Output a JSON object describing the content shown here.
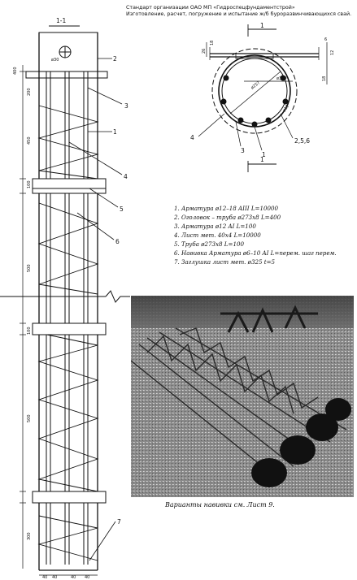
{
  "header": {
    "line1": "Стандарт организации ОАО МП «Гидроспецфундаментстрой»",
    "line2": "Изготовление, расчет, погружение и испытание ж/б буроразвинчивающихся свай."
  },
  "section_label": "1-1",
  "side_view": {
    "dims": [
      "400",
      "200",
      "450",
      "100",
      "500",
      "100",
      "500",
      "300",
      "40",
      "40",
      "40",
      "40"
    ],
    "callouts": [
      "1",
      "2",
      "3",
      "4",
      "5",
      "6",
      "7"
    ],
    "small_dim": "ø30"
  },
  "cross_section": {
    "cut_labels": [
      "1",
      "1"
    ],
    "dims": [
      "26",
      "18",
      "6",
      "12",
      "18",
      "ø257",
      "ø309",
      "ø12"
    ],
    "callouts": [
      "4",
      "3",
      "1",
      "2,5,6"
    ]
  },
  "legend": [
    "1. Арматура ø12–18 AIII L=10000",
    "2. Оголовок – труба ø273x8 L=400",
    "3. Арматура ø12 AI L=100",
    "4. Лист мет. 40x4 L=10000",
    "5. Труба ø273x8 L=100",
    "6. Навивка Арматура ø6–10 AI L=перем. шаг перем.",
    "7. Заглушка лист мет. ø325 t=5"
  ],
  "photo_caption": "Варианты навивки см. Лист 9."
}
